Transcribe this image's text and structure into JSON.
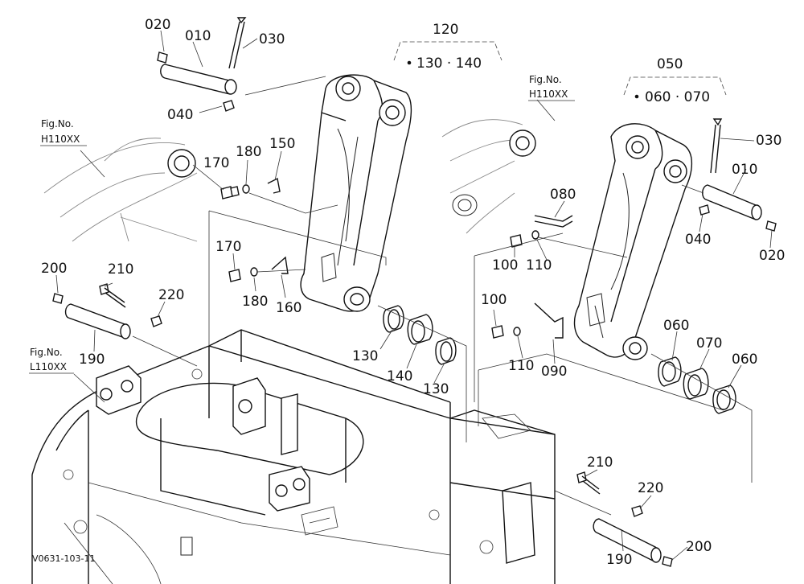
{
  "labels": {
    "p010_l": "010",
    "p020_l": "020",
    "p030_l": "030",
    "p040_l": "040",
    "p120": "120",
    "p120_sub": "130 · 140",
    "p170_t": "170",
    "p180_t": "180",
    "p150": "150",
    "p170_b": "170",
    "p180_b": "180",
    "p160": "160",
    "p200_l": "200",
    "p210_l": "210",
    "p220_l": "220",
    "p190_l": "190",
    "p130_a": "130",
    "p140": "140",
    "p130_b": "130",
    "p050": "050",
    "p050_sub": "060 · 070",
    "p030_r": "030",
    "p010_r": "010",
    "p040_r": "040",
    "p020_r": "020",
    "p080": "080",
    "p100_t": "100",
    "p110_t": "110",
    "p100_b": "100",
    "p110_b": "110",
    "p090": "090",
    "p060_a": "060",
    "p070": "070",
    "p060_b": "060",
    "p210_r": "210",
    "p220_r": "220",
    "p200_r": "200",
    "p190_r": "190"
  },
  "fig_refs": {
    "left_top": {
      "line1": "Fig.No.",
      "line2": "H110XX"
    },
    "right_top": {
      "line1": "Fig.No.",
      "line2": "H110XX"
    },
    "left_mid": {
      "line1": "Fig.No.",
      "line2": "L110XX"
    }
  },
  "figure_code": "V0631-103-11"
}
